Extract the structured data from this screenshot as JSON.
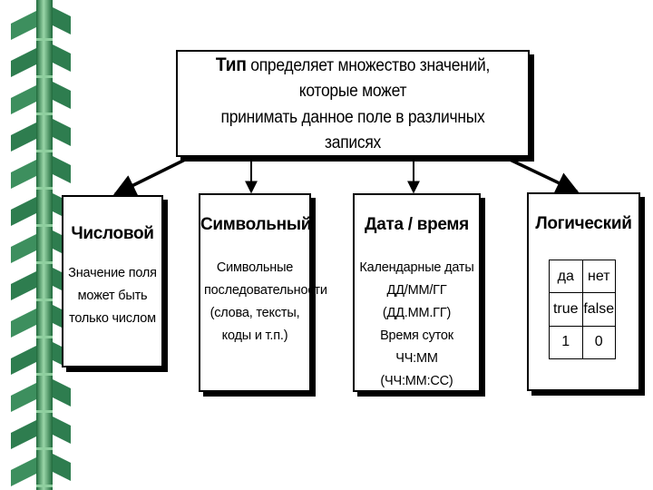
{
  "root": {
    "bold_word": "Тип",
    "line1_rest": " определяет множество значений, которые может",
    "line2": "принимать данное поле в различных записях"
  },
  "categories": [
    {
      "title": "Числовой",
      "lines": [
        "Значение поля",
        "может быть",
        "только числом"
      ]
    },
    {
      "title": "Символьный",
      "lines": [
        "Символьные",
        "последовательности",
        "(слова, тексты,",
        "коды и т.п.)"
      ]
    },
    {
      "title": "Дата / время",
      "lines": [
        "Календарные даты",
        "ДД/ММ/ГГ (ДД.ММ.ГГ)",
        "Время суток",
        "ЧЧ:ММ (ЧЧ:ММ:СС)"
      ]
    },
    {
      "title": "Логический",
      "table": [
        [
          "да",
          "нет"
        ],
        [
          "true",
          "false"
        ],
        [
          "1",
          "0"
        ]
      ]
    }
  ],
  "colors": {
    "strip_green": "#2e7d4f",
    "strip_light": "#8fcf9f",
    "line": "#000000"
  }
}
